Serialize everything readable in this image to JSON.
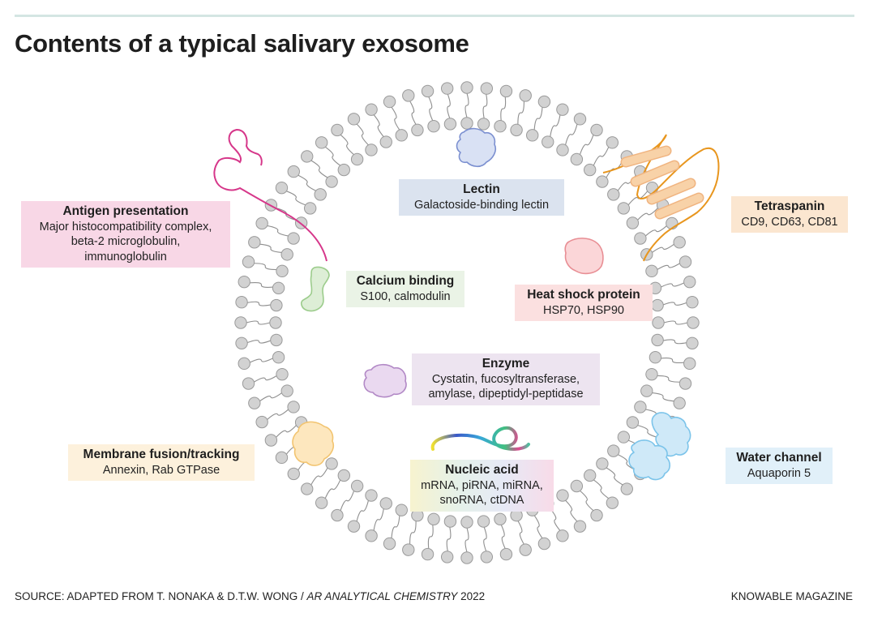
{
  "title": "Contents of a typical salivary exosome",
  "labels": {
    "antigen": {
      "heading": "Antigen presentation",
      "lines": [
        "Major histocompatibility complex,",
        "beta-2 microglobulin,",
        "immunoglobulin"
      ],
      "color": "#f8d7e6"
    },
    "lectin": {
      "heading": "Lectin",
      "lines": [
        "Galactoside-binding lectin"
      ],
      "color": "#dbe3ef"
    },
    "tetraspanin": {
      "heading": "Tetraspanin",
      "lines": [
        "CD9, CD63, CD81"
      ],
      "color": "#fbe6d0"
    },
    "calcium": {
      "heading": "Calcium binding",
      "lines": [
        "S100, calmodulin"
      ],
      "color": "#eaf3e6"
    },
    "heatshock": {
      "heading": "Heat shock protein",
      "lines": [
        "HSP70, HSP90"
      ],
      "color": "#fbe0e0"
    },
    "enzyme": {
      "heading": "Enzyme",
      "lines": [
        "Cystatin, fucosyltransferase,",
        "amylase, dipeptidyl-peptidase"
      ],
      "color": "#ede4f0"
    },
    "nucleic": {
      "heading": "Nucleic acid",
      "lines": [
        "mRNA, piRNA, miRNA,",
        "snoRNA, ctDNA"
      ],
      "color": "#f1eee8"
    },
    "membrane": {
      "heading": "Membrane fusion/tracking",
      "lines": [
        "Annexin, Rab GTPase"
      ],
      "color": "#fdf1dc"
    },
    "water": {
      "heading": "Water channel",
      "lines": [
        "Aquaporin 5"
      ],
      "color": "#e1f0f9"
    }
  },
  "footer": {
    "source_prefix": "SOURCE: ADAPTED FROM T. NONAKA & D.T.W. WONG / ",
    "source_journal": "AR ANALYTICAL CHEMISTRY",
    "source_year": " 2022",
    "credit": "KNOWABLE MAGAZINE"
  },
  "colors": {
    "lipid_head": "#d2d2d2",
    "lipid_stroke": "#9a9a9a",
    "antigen_strand": "#d6378a",
    "tetraspanin_strand": "#e8961e",
    "tetraspanin_helix": "#f8d2a8"
  }
}
